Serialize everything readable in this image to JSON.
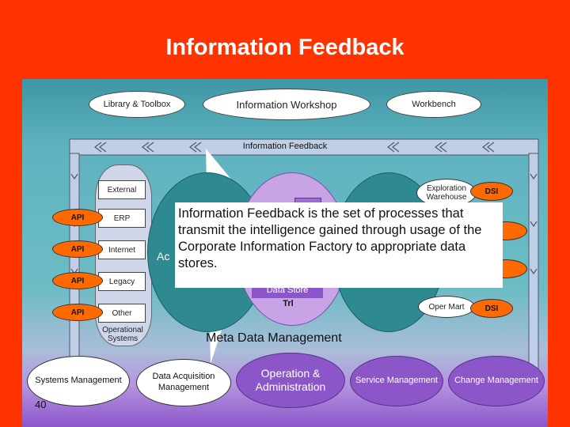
{
  "title": "Information Feedback",
  "header": {
    "library_toolbox": "Library & Toolbox",
    "information_workshop": "Information Workshop",
    "workbench": "Workbench"
  },
  "feedback_bar_label": "Information Feedback",
  "sources": {
    "external": "External",
    "erp": "ERP",
    "internet": "Internet",
    "legacy": "Legacy",
    "other": "Other",
    "operational_systems": "Operational Systems"
  },
  "api_labels": [
    "API",
    "API",
    "API",
    "API"
  ],
  "right_items": {
    "exploration_warehouse": "Exploration Warehouse",
    "oper_mart": "Oper Mart",
    "dsi_top": "DSI",
    "dsi_bottom": "DSI"
  },
  "center": {
    "partial_text": "Ac",
    "data_store": "Data Store",
    "trl": "Trl"
  },
  "callout_text": "Information Feedback is the set of processes that transmit the intelligence gained through usage of the Corporate Information Factory to appropriate data stores.",
  "meta_data_management": "Meta Data Management",
  "bottom": {
    "systems_management": "Systems Management",
    "data_acquisition_management": "Data Acquisition Management",
    "operation_administration": "Operation & Administration",
    "service_management": "Service Management",
    "change_management": "Change Management"
  },
  "page_number": "40",
  "colors": {
    "background": "#ff3300",
    "api_orange": "#ff6a00",
    "teal": "#2e8a90",
    "purple": "#8b56c8"
  }
}
